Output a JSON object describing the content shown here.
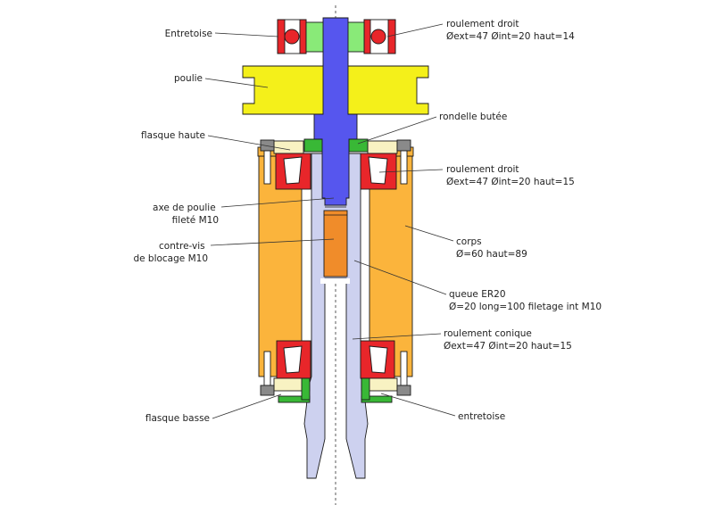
{
  "colors": {
    "background": "#ffffff",
    "body": "#fbb43c",
    "pulley": "#f4f01a",
    "shaft": "#5656ee",
    "er20_shank": "#cdd1ef",
    "bearing_red": "#e8262a",
    "spacer_green": "#39b836",
    "spacer_light_green": "#89ea78",
    "flange_cream": "#f8f2c2",
    "contre_vis": "#f08c2a",
    "bolt_grey": "#8a8a8a",
    "outline": "#1a1a1a"
  },
  "labels": {
    "entretoise_top": [
      "Entretoise"
    ],
    "poulie": [
      "poulie"
    ],
    "flasque_haute": [
      "flasque haute"
    ],
    "axe_poulie": [
      "axe de poulie",
      "fileté M10"
    ],
    "contre_vis": [
      "contre-vis",
      "de blocage M10"
    ],
    "flasque_basse": [
      "flasque basse"
    ],
    "roulement_droit_top": [
      "roulement droit",
      "Øext=47  Øint=20 haut=14"
    ],
    "rondelle_butee": [
      "rondelle butée"
    ],
    "roulement_droit_mid": [
      "roulement droit",
      "Øext=47  Øint=20 haut=15"
    ],
    "corps": [
      "corps",
      "Ø=60 haut=89"
    ],
    "queue_er20": [
      "queue ER20",
      "Ø=20  long=100 filetage int M10"
    ],
    "roulement_conique": [
      "roulement conique",
      "Øext=47  Øint=20 haut=15"
    ],
    "entretoise_bottom": [
      "entretoise"
    ]
  }
}
